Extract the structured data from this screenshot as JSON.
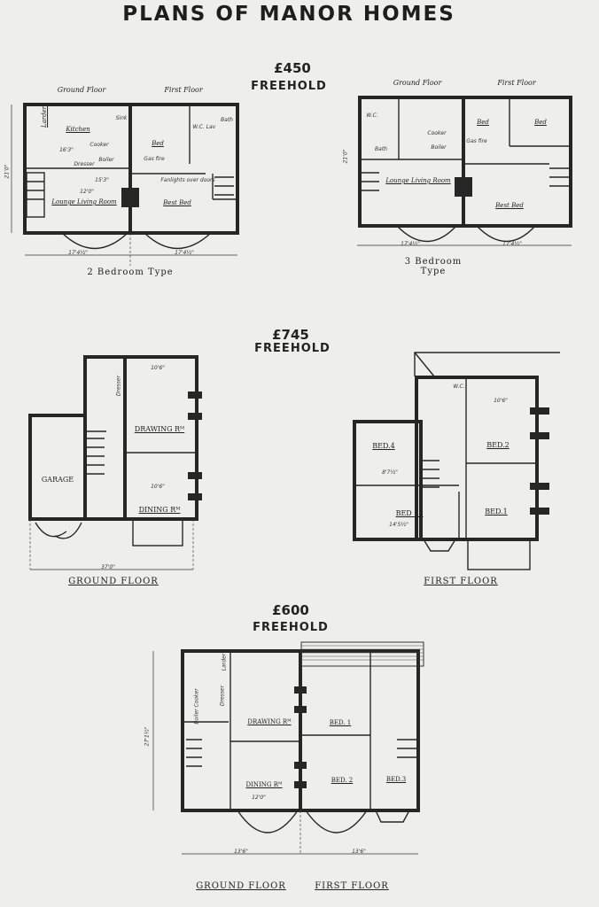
{
  "title": "PLANS OF MANOR HOMES",
  "plans": [
    {
      "price": "£450",
      "tenure": "FREEHOLD",
      "type_2": {
        "caption": "2 Bedroom Type",
        "ground": "Ground Floor",
        "first": "First Floor",
        "rooms": {
          "larder": "Larder",
          "kitchen": "Kitchen",
          "cooker": "Cooker",
          "boiler": "Boiler",
          "dresser": "Dresser",
          "sink": "Sink",
          "lounge": "Lounge Living Room",
          "bed": "Bed",
          "best_bed": "Best Bed",
          "wc": "W.C.",
          "lav": "Lav",
          "bath": "Bath",
          "gas_fire": "Gas fire",
          "fanlights": "Fanlights over doors"
        },
        "dims": {
          "height": "21'0\"",
          "left": "17'4½\"",
          "right": "17'4½\"",
          "kitchen_w": "16'3\"",
          "lounge_w": "15'3\"",
          "lounge_d": "12'0\""
        }
      },
      "type_3": {
        "caption_1": "3 Bedroom",
        "caption_2": "Type",
        "ground": "Ground Floor",
        "first": "First Floor",
        "rooms": {
          "wc": "W.C.",
          "bath": "Bath",
          "lounge": "Lounge Living Room",
          "bed_a": "Bed",
          "bed_b": "Bed",
          "best_bed": "Best Bed",
          "gas_fire": "Gas fire",
          "cooker": "Cooker",
          "boiler": "Boiler"
        },
        "dims": {
          "left": "17'4½\"",
          "right": "17'4½\"",
          "height": "21'0\""
        }
      }
    },
    {
      "price": "£745",
      "tenure": "FREEHOLD",
      "ground": {
        "caption": "GROUND FLOOR",
        "rooms": {
          "garage": "GARAGE",
          "drawing": "DRAWING Rᴹ",
          "dining": "DINING Rᴹ",
          "dresser": "Dresser"
        },
        "dims": {
          "width": "37'0\"",
          "drawing_w": "10'6\"",
          "dining_w": "10'6\""
        }
      },
      "first": {
        "caption": "FIRST FLOOR",
        "rooms": {
          "bed4": "BED.4",
          "bed3": "BED . 3",
          "bed2": "BED.2",
          "bed1": "BED.1",
          "wc": "W.C."
        },
        "dims": {
          "bed3_w": "14'5½\"",
          "bed4_w": "8'7½\"",
          "bed2_w": "10'6\""
        }
      }
    },
    {
      "price": "£600",
      "tenure": "FREEHOLD",
      "ground_caption": "GROUND FLOOR",
      "first_caption": "FIRST FLOOR",
      "rooms": {
        "drawing": "DRAWING Rᴹ",
        "dining": "DINING Rᴹ",
        "bed1": "BED. 1",
        "bed2": "BED. 2",
        "bed3": "BED.3",
        "larder": "Larder",
        "dresser": "Dresser",
        "boiler": "Boiler Cooker"
      },
      "dims": {
        "height": "27'1½\"",
        "left": "13'6\"",
        "right": "13'6\"",
        "dining_w": "12'0\""
      }
    }
  ]
}
